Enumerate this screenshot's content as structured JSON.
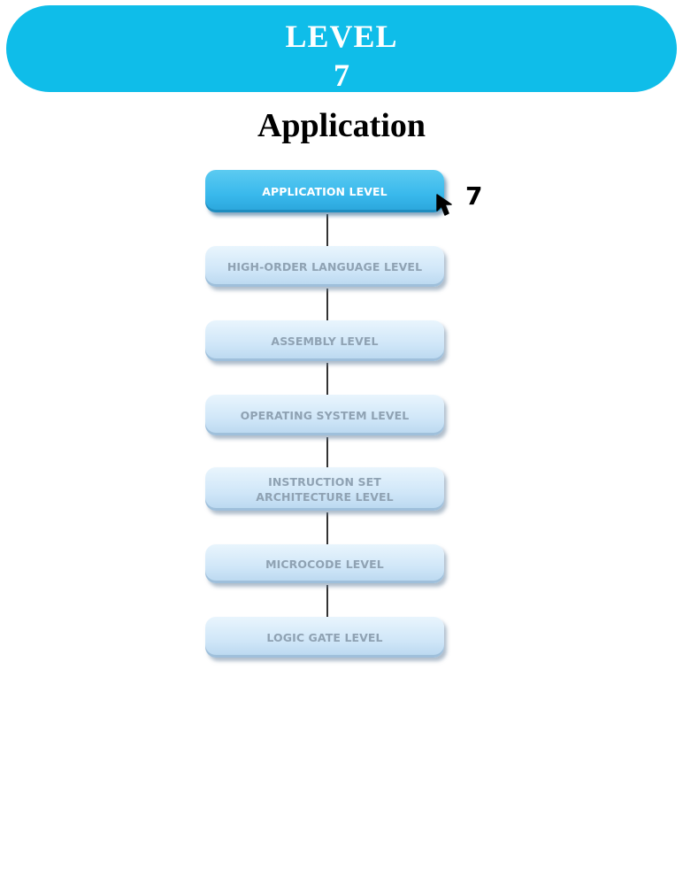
{
  "banner": {
    "line1": "LEVEL",
    "line2": "7"
  },
  "page_title": "Application",
  "levels": [
    {
      "label": "APPLICATION LEVEL",
      "active": true
    },
    {
      "label": "HIGH-ORDER LANGUAGE LEVEL",
      "active": false
    },
    {
      "label": "ASSEMBLY LEVEL",
      "active": false
    },
    {
      "label": "OPERATING SYSTEM LEVEL",
      "active": false
    },
    {
      "label": "INSTRUCTION SET\nARCHITECTURE LEVEL",
      "active": false
    },
    {
      "label": "MICROCODE LEVEL",
      "active": false
    },
    {
      "label": "LOGIC GATE LEVEL",
      "active": false
    }
  ],
  "pointer": {
    "number": "7",
    "icon": "cursor-arrow-icon"
  },
  "colors": {
    "banner": "#0fbde9",
    "active_box": "#38b8ec",
    "inactive_box": "#cfe6f8",
    "inactive_text": "#8fa2b3"
  }
}
